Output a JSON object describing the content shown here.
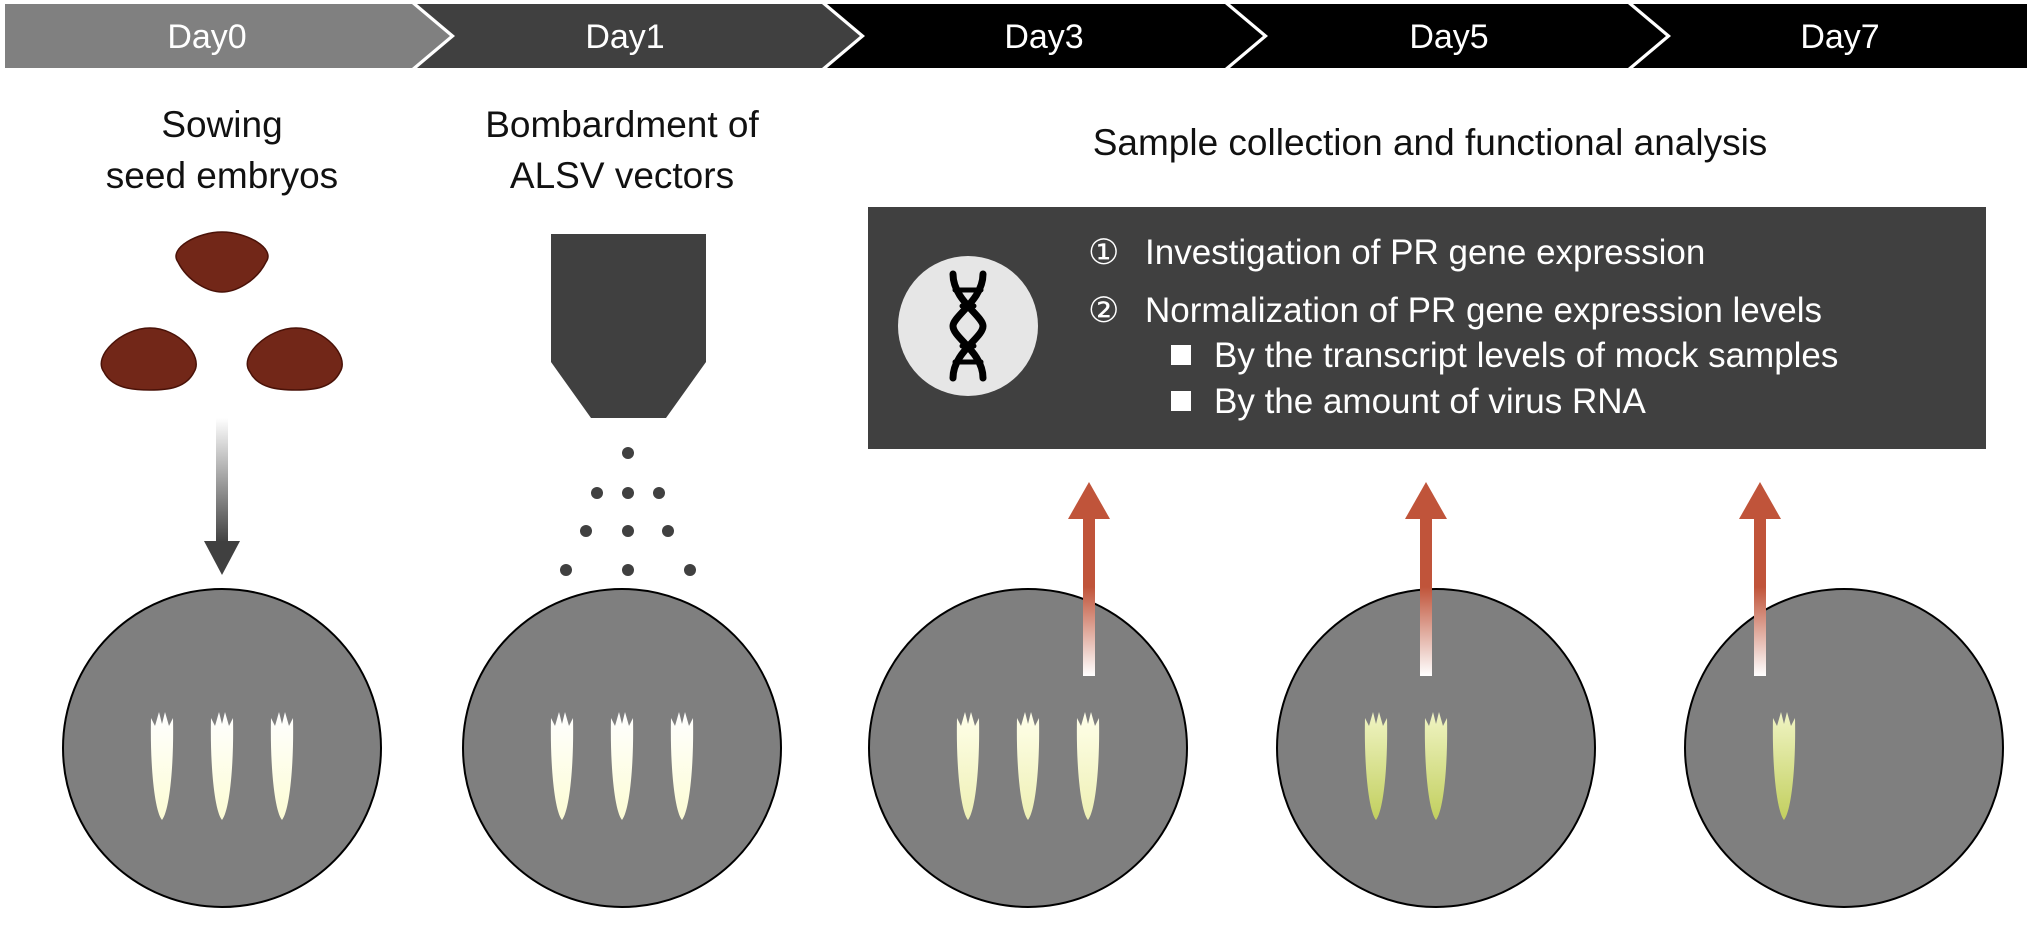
{
  "timeline": {
    "days": [
      "Day0",
      "Day1",
      "Day3",
      "Day5",
      "Day7"
    ]
  },
  "captions": {
    "sowing": [
      "Sowing",
      "seed embryos"
    ],
    "bombardment": [
      "Bombardment of",
      "ALSV vectors"
    ],
    "sample": "Sample collection and functional analysis"
  },
  "analysis": {
    "icon": "dna-icon",
    "items": [
      {
        "marker": "①",
        "text": "Investigation of PR gene expression"
      },
      {
        "marker": "②",
        "text": "Normalization of PR gene expression levels"
      }
    ],
    "subitems": [
      "By the transcript levels of mock samples",
      "By the amount of virus RNA"
    ]
  },
  "colors": {
    "seed": "#722718",
    "dish": "#7f7f7f",
    "box": "#404040",
    "upArrow": "#c0543a",
    "seedlingPale": "#fdfde0",
    "seedlingYellow": "#dde890"
  },
  "dishes": [
    {
      "seedlings": 3,
      "tint": "pale"
    },
    {
      "seedlings": 3,
      "tint": "pale"
    },
    {
      "seedlings": 3,
      "tint": "light"
    },
    {
      "seedlings": 2,
      "tint": "yellow"
    },
    {
      "seedlings": 1,
      "tint": "yellow"
    }
  ]
}
